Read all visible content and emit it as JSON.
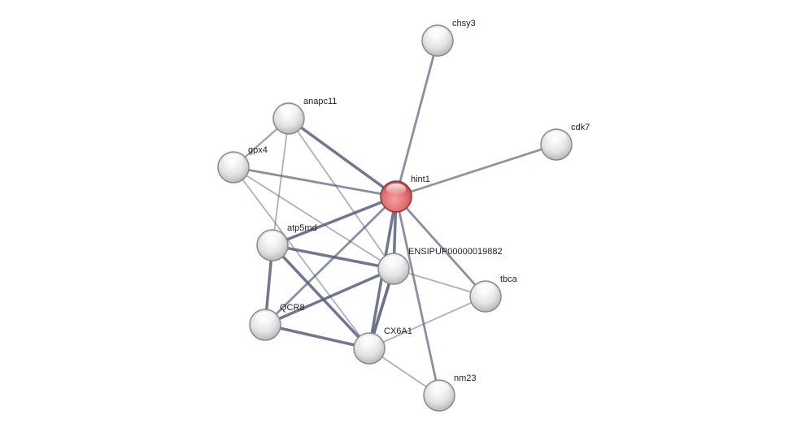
{
  "network": {
    "query_color": "#d9534f",
    "node_color": "#e6e6e6",
    "edge_color": "#5a6080",
    "nodes": [
      {
        "id": "chsy3",
        "label": "chsy3",
        "query": false
      },
      {
        "id": "cdk7",
        "label": "cdk7",
        "query": false
      },
      {
        "id": "anapc11",
        "label": "anapc11",
        "query": false
      },
      {
        "id": "gpx4",
        "label": "gpx4",
        "query": false
      },
      {
        "id": "hint1",
        "label": "hint1",
        "query": true
      },
      {
        "id": "atp5md",
        "label": "atp5md",
        "query": false
      },
      {
        "id": "ensip",
        "label": "ENSIPUP00000019882",
        "query": false
      },
      {
        "id": "tbca",
        "label": "tbca",
        "query": false
      },
      {
        "id": "qcr8",
        "label": "QCR8",
        "query": false
      },
      {
        "id": "cx6a1",
        "label": "CX6A1",
        "query": false
      },
      {
        "id": "nm23",
        "label": "nm23",
        "query": false
      }
    ],
    "edges": [
      {
        "a": "hint1",
        "b": "chsy3",
        "score": 0.6
      },
      {
        "a": "hint1",
        "b": "cdk7",
        "score": 0.55
      },
      {
        "a": "hint1",
        "b": "anapc11",
        "score": 0.85
      },
      {
        "a": "hint1",
        "b": "gpx4",
        "score": 0.6
      },
      {
        "a": "hint1",
        "b": "atp5md",
        "score": 0.85
      },
      {
        "a": "hint1",
        "b": "ensip",
        "score": 0.85
      },
      {
        "a": "hint1",
        "b": "tbca",
        "score": 0.6
      },
      {
        "a": "hint1",
        "b": "qcr8",
        "score": 0.6
      },
      {
        "a": "hint1",
        "b": "cx6a1",
        "score": 0.85
      },
      {
        "a": "hint1",
        "b": "nm23",
        "score": 0.6
      },
      {
        "a": "anapc11",
        "b": "gpx4",
        "score": 0.4
      },
      {
        "a": "anapc11",
        "b": "atp5md",
        "score": 0.25
      },
      {
        "a": "anapc11",
        "b": "ensip",
        "score": 0.25
      },
      {
        "a": "gpx4",
        "b": "ensip",
        "score": 0.25
      },
      {
        "a": "gpx4",
        "b": "cx6a1",
        "score": 0.25
      },
      {
        "a": "atp5md",
        "b": "ensip",
        "score": 0.85
      },
      {
        "a": "atp5md",
        "b": "qcr8",
        "score": 0.85
      },
      {
        "a": "atp5md",
        "b": "cx6a1",
        "score": 0.85
      },
      {
        "a": "qcr8",
        "b": "ensip",
        "score": 0.85
      },
      {
        "a": "qcr8",
        "b": "cx6a1",
        "score": 0.85
      },
      {
        "a": "ensip",
        "b": "cx6a1",
        "score": 0.9
      },
      {
        "a": "ensip",
        "b": "tbca",
        "score": 0.25
      },
      {
        "a": "cx6a1",
        "b": "tbca",
        "score": 0.25
      },
      {
        "a": "cx6a1",
        "b": "nm23",
        "score": 0.25
      }
    ]
  }
}
